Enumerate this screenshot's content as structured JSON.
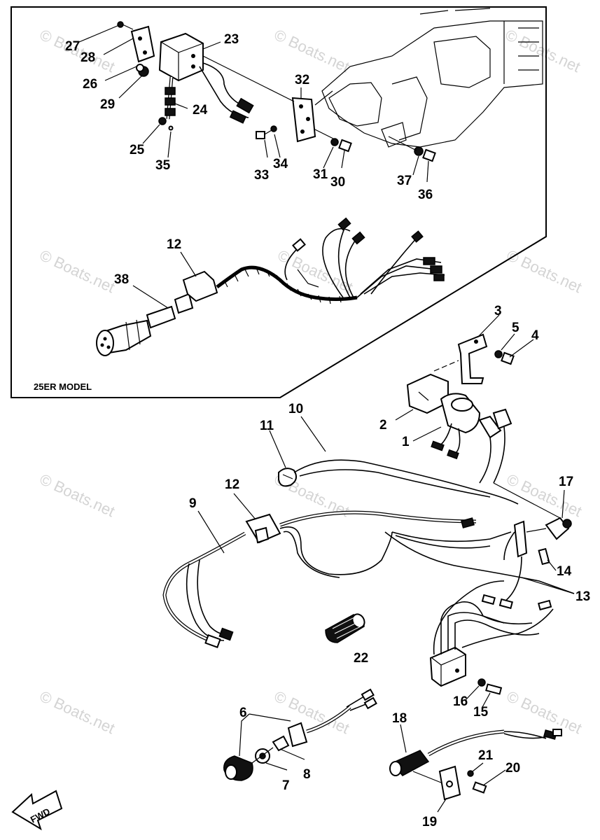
{
  "inset": {
    "model_label": "25ER MODEL"
  },
  "callouts": [
    "27",
    "28",
    "23",
    "26",
    "29",
    "24",
    "25",
    "35",
    "32",
    "33",
    "34",
    "31",
    "30",
    "37",
    "36",
    "12",
    "38",
    "3",
    "5",
    "4",
    "2",
    "1",
    "10",
    "11",
    "12",
    "9",
    "17",
    "14",
    "13",
    "22",
    "16",
    "15",
    "6",
    "8",
    "7",
    "18",
    "21",
    "20",
    "19"
  ],
  "watermark": "© Boats.net",
  "fwd_label": "FWD"
}
